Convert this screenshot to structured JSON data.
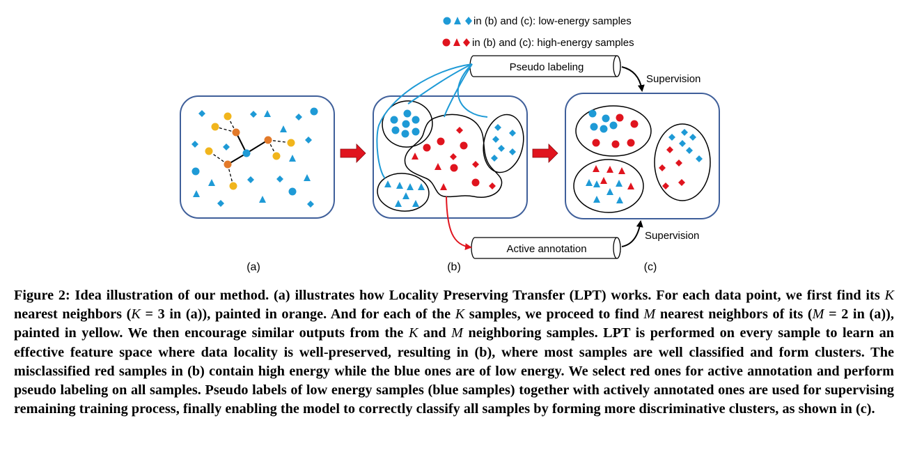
{
  "legend": {
    "low": "in (b) and (c): low-energy samples",
    "high": "in (b) and (c): high-energy samples"
  },
  "boxes": {
    "pseudo": "Pseudo labeling",
    "active": "Active annotation"
  },
  "supervision_top": "Supervision",
  "supervision_bottom": "Supervision",
  "panels": {
    "a": "(a)",
    "b": "(b)",
    "c": "(c)"
  },
  "colors": {
    "blue": "#1e9ad6",
    "red": "#e0141e",
    "orange": "#e37a2a",
    "yellow": "#f1b51c",
    "panel_border": "#3f5f9a"
  },
  "caption": {
    "s1": "Figure 2: Idea illustration of our method. (a) illustrates how Locality Preserving Transfer (LPT) works. For each data point, we first find its ",
    "k1": "K",
    "s2": " nearest neighbors (",
    "k2": "K",
    "eq1": " = 3",
    "s3": " in (a)), painted in orange. And for each of the ",
    "k3": "K",
    "s4": " samples, we proceed to find ",
    "m1": "M",
    "s5": " nearest neighbors of its (",
    "m2": "M",
    "eq2": " = 2",
    "s6": " in (a)), painted in yellow. We then encourage similar outputs from the ",
    "k4": "K",
    "s7": " and ",
    "m3": "M",
    "s8": " neighboring samples. LPT is performed on every sample to learn an effective feature space where data locality is well-preserved, resulting in (b), where most samples are well classified and form clusters. The misclassified red samples in (b) contain high energy while the blue ones are of low energy. We select red ones for active annotation and perform pseudo labeling on all samples. Pseudo labels of low energy samples (blue samples) together with actively annotated ones are used for supervising remaining training process, finally enabling the model to correctly classify all samples by forming more discriminative clusters, as shown in (c)."
  }
}
